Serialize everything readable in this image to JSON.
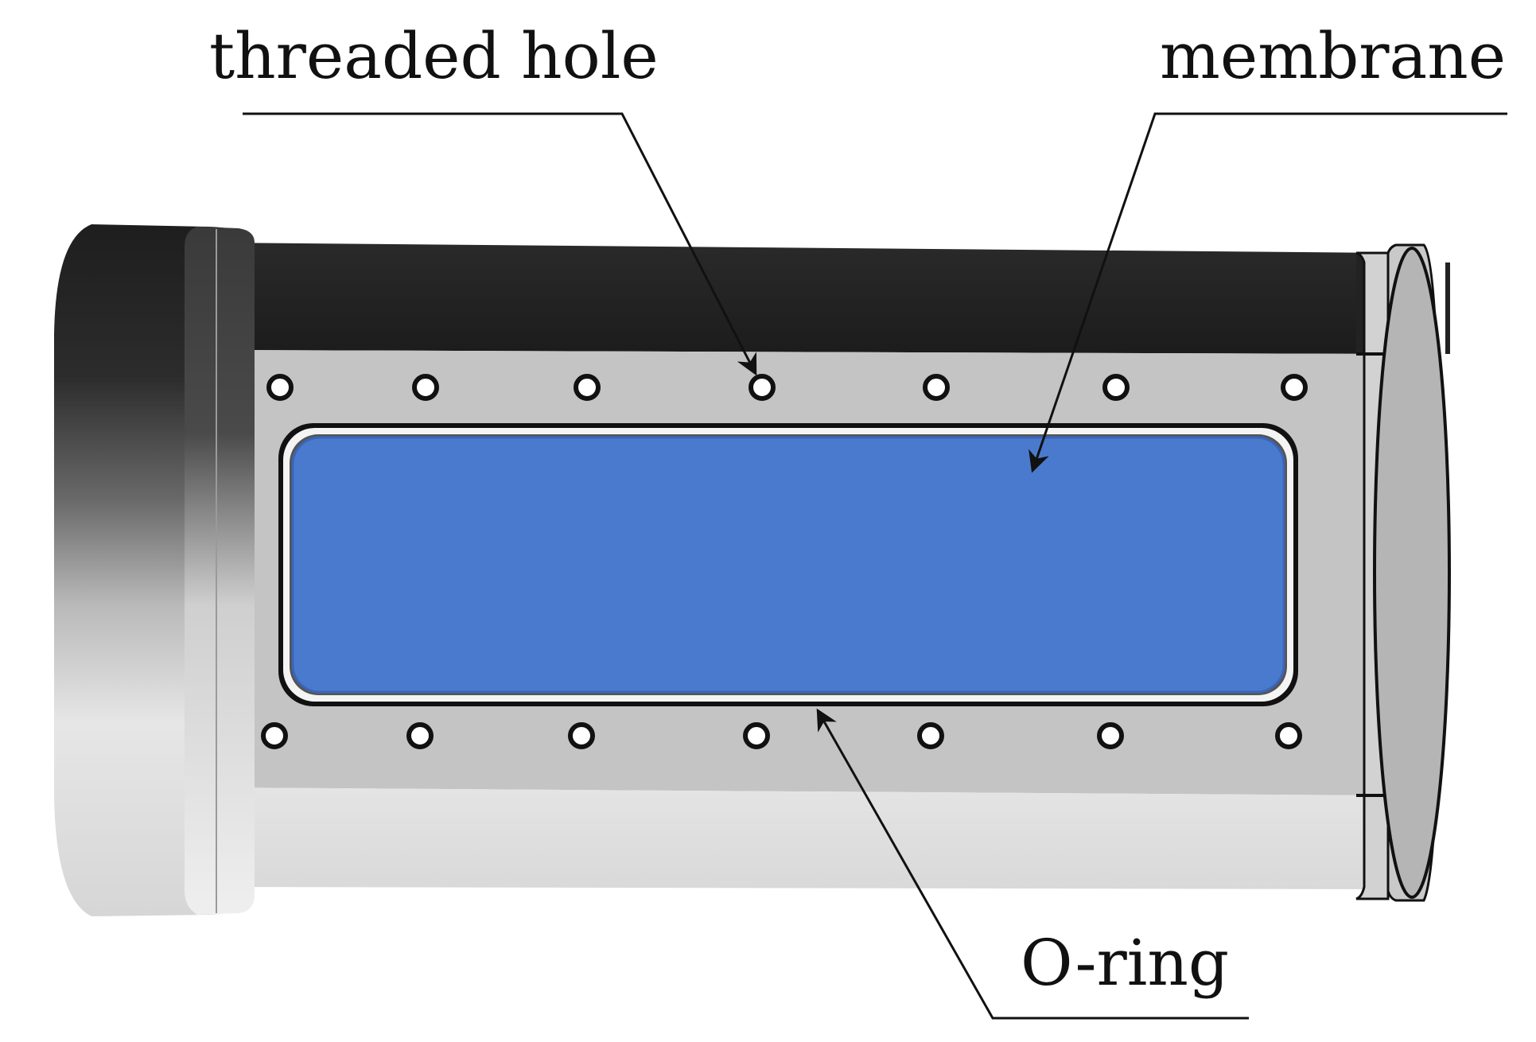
{
  "labels": {
    "threaded_hole": "threaded hole",
    "membrane": "membrane",
    "o_ring": "O-ring"
  },
  "colors": {
    "membrane_fill": "#4a7acd",
    "membrane_edge": "#3a65b8",
    "body_top": "#222222",
    "body_plate": "#c4c4c4",
    "body_bottom": "#e2e2e2",
    "end_cap": "#b5b5b5",
    "outline": "#111111"
  },
  "hole_count_per_row": 7
}
